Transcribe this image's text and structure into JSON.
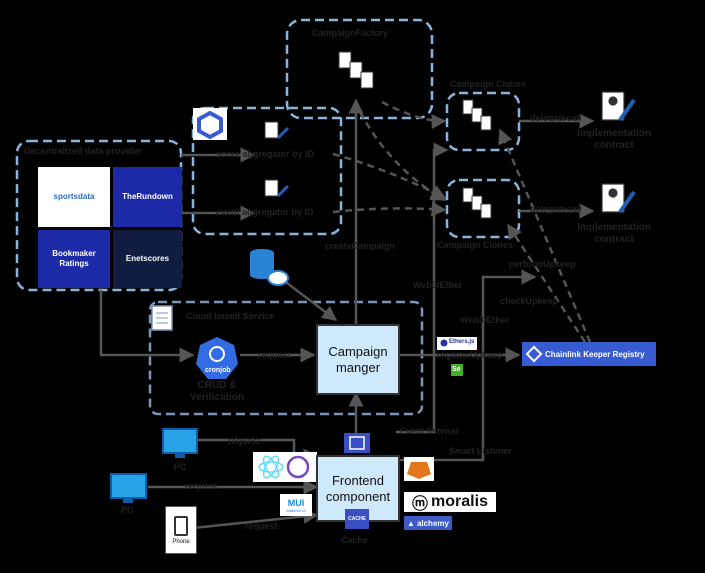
{
  "groups": {
    "factory": "CampaignFactory",
    "clones": "Campaign Clones",
    "clones_bottom": "Campaign Clones",
    "provider": "Decentralized data provider",
    "cloud": "Cloud based Service"
  },
  "provider": {
    "tiles": [
      "sportsdata",
      "TheRundown",
      "Bookmaker Ratings",
      "Enetscores"
    ]
  },
  "aggregators": {
    "first": "score aggregator by ID",
    "second": "event aggregator by ID"
  },
  "contracts": {
    "delegatecall_1": "delegatecall",
    "delegatecall_2": "delegatecall",
    "impl_1": "Implementation contract",
    "impl_2": "Implementation contract"
  },
  "labels": {
    "create": "createCampaign",
    "cron_task": "CRUD & Verification",
    "request_1": "request",
    "web3_1": "Web3/Ether",
    "web3_2": "Web3/Ether",
    "perform": "performUpkeep",
    "check": "checkUpkeep",
    "register": "registerUpkeep",
    "event": "Event listener",
    "smart": "Smart Listener",
    "request_pc1": "request",
    "request_pc2": "request",
    "request_phone": "request",
    "cache_label": "Cache",
    "pc1": "PC",
    "pc2": "PC",
    "phone": "Phone"
  },
  "nodes": {
    "campaign_manager": "Campaign manger",
    "frontend": "Frontend component",
    "cronjob": "cronjob",
    "cache_icon": "CACHE"
  },
  "brands": {
    "chainlink_registry": "Chainlink Keeper Registry",
    "moralis": "moralis",
    "alchemy": "alchemy",
    "material": "Material UI",
    "ethers": "Ethers.js",
    "se": "Se"
  },
  "colors": {
    "group_border": "#87b5e0",
    "node_fill": "#cde9fb",
    "chainlink": "#375bd2",
    "tile_blue": "#1d2aa8",
    "tile_navy": "#111c40"
  }
}
